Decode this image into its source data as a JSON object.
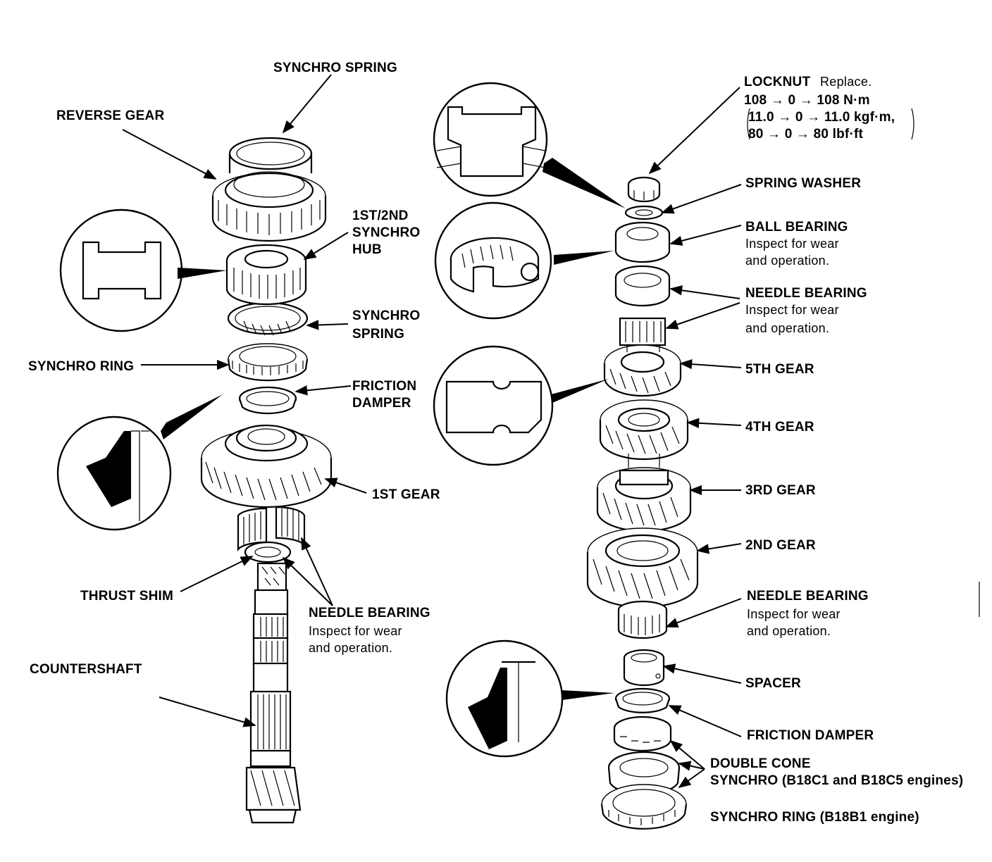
{
  "labels": {
    "synchro_spring_top": "SYNCHRO SPRING",
    "reverse_gear": "REVERSE GEAR",
    "hub_1": "1ST/2ND",
    "hub_2": "SYNCHRO",
    "hub_3": "HUB",
    "synchro_spring_mid_1": "SYNCHRO",
    "synchro_spring_mid_2": "SPRING",
    "synchro_ring": "SYNCHRO RING",
    "friction_damper_left_1": "FRICTION",
    "friction_damper_left_2": "DAMPER",
    "first_gear": "1ST GEAR",
    "thrust_shim": "THRUST SHIM",
    "needle_bearing_left": "NEEDLE BEARING",
    "needle_bearing_left_note_1": "Inspect for wear",
    "needle_bearing_left_note_2": "and operation.",
    "countershaft": "COUNTERSHAFT",
    "locknut": "LOCKNUT",
    "locknut_note": "Replace.",
    "torque_nm": "108 → 0 → 108 N·m",
    "torque_kgf": "11.0 → 0 → 11.0 kgf·m,",
    "torque_lbf": "80 → 0 → 80 lbf·ft",
    "spring_washer": "SPRING WASHER",
    "ball_bearing": "BALL BEARING",
    "ball_bearing_note_1": "Inspect for wear",
    "ball_bearing_note_2": "and operation.",
    "needle_bearing_upper": "NEEDLE BEARING",
    "needle_bearing_upper_note_1": "Inspect for wear",
    "needle_bearing_upper_note_2": "and operation.",
    "fifth_gear": "5TH GEAR",
    "fourth_gear": "4TH GEAR",
    "third_gear": "3RD GEAR",
    "second_gear": "2ND GEAR",
    "needle_bearing_lower": "NEEDLE BEARING",
    "needle_bearing_lower_note_1": "Inspect for wear",
    "needle_bearing_lower_note_2": "and operation.",
    "spacer": "SPACER",
    "friction_damper_right": "FRICTION DAMPER",
    "double_cone_1": "DOUBLE CONE",
    "double_cone_2": "SYNCHRO (B18C1 and B18C5 engines)",
    "synchro_ring_b18b1": "SYNCHRO RING (B18B1 engine)"
  }
}
